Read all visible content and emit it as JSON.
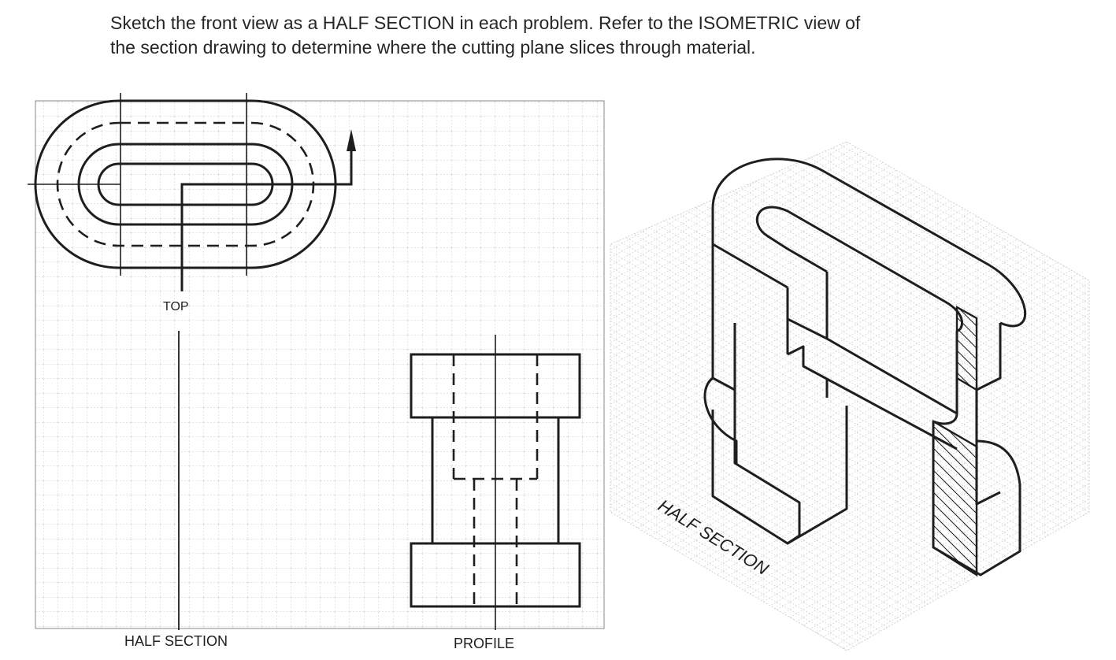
{
  "instructions": {
    "line1": "Sketch the front view as a HALF SECTION in each problem.  Refer to the ISOMETRIC view of",
    "line2": "the section drawing to determine where the cutting plane slices through material."
  },
  "labels": {
    "top": "TOP",
    "half_section": "HALF  SECTION",
    "profile": "PROFILE",
    "iso_half_section": "HALF  SECTION"
  },
  "colors": {
    "ink": "#1e1e1e",
    "grid": "#b9b9b9",
    "paper": "#ffffff"
  }
}
